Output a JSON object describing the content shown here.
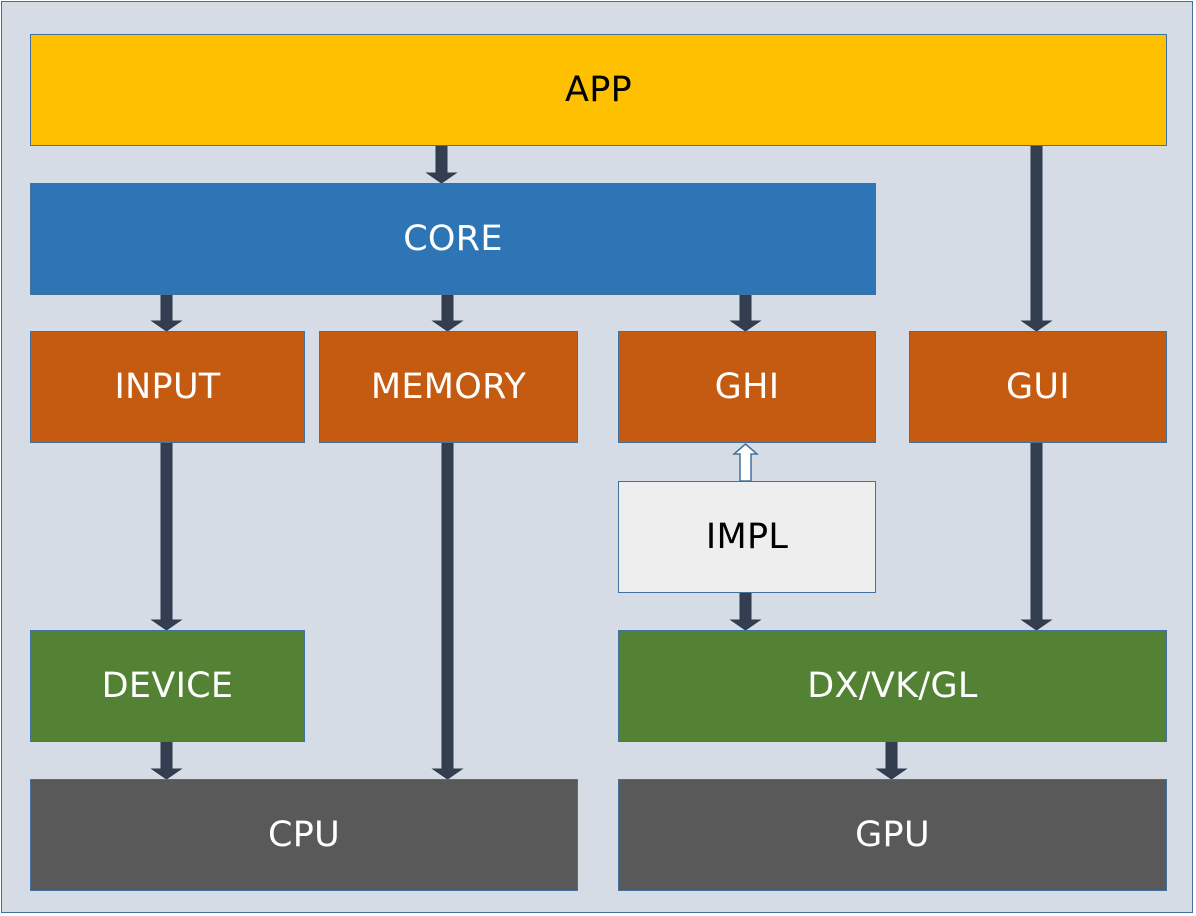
{
  "diagram": {
    "nodes": {
      "app": "APP",
      "core": "CORE",
      "input": "INPUT",
      "memory": "MEMORY",
      "ghi": "GHI",
      "gui": "GUI",
      "impl": "IMPL",
      "device": "DEVICE",
      "dxvkgl": "DX/VK/GL",
      "cpu": "CPU",
      "gpu": "GPU"
    },
    "edges": [
      {
        "from": "APP",
        "to": "CORE",
        "style": "solid"
      },
      {
        "from": "APP",
        "to": "GUI",
        "style": "solid"
      },
      {
        "from": "CORE",
        "to": "INPUT",
        "style": "solid"
      },
      {
        "from": "CORE",
        "to": "MEMORY",
        "style": "solid"
      },
      {
        "from": "CORE",
        "to": "GHI",
        "style": "solid"
      },
      {
        "from": "INPUT",
        "to": "DEVICE",
        "style": "solid"
      },
      {
        "from": "MEMORY",
        "to": "CPU",
        "style": "solid"
      },
      {
        "from": "IMPL",
        "to": "GHI",
        "style": "hollow"
      },
      {
        "from": "IMPL",
        "to": "DX/VK/GL",
        "style": "solid"
      },
      {
        "from": "GUI",
        "to": "DX/VK/GL",
        "style": "solid"
      },
      {
        "from": "DEVICE",
        "to": "CPU",
        "style": "solid"
      },
      {
        "from": "DX/VK/GL",
        "to": "GPU",
        "style": "solid"
      }
    ],
    "colors": {
      "background": "#d6dce5",
      "app": "#ffc000",
      "core": "#2e75b6",
      "module": "#c55a11",
      "impl": "#eeeeee",
      "driver": "#548235",
      "hardware": "#595959",
      "arrow": "#333f50"
    }
  }
}
